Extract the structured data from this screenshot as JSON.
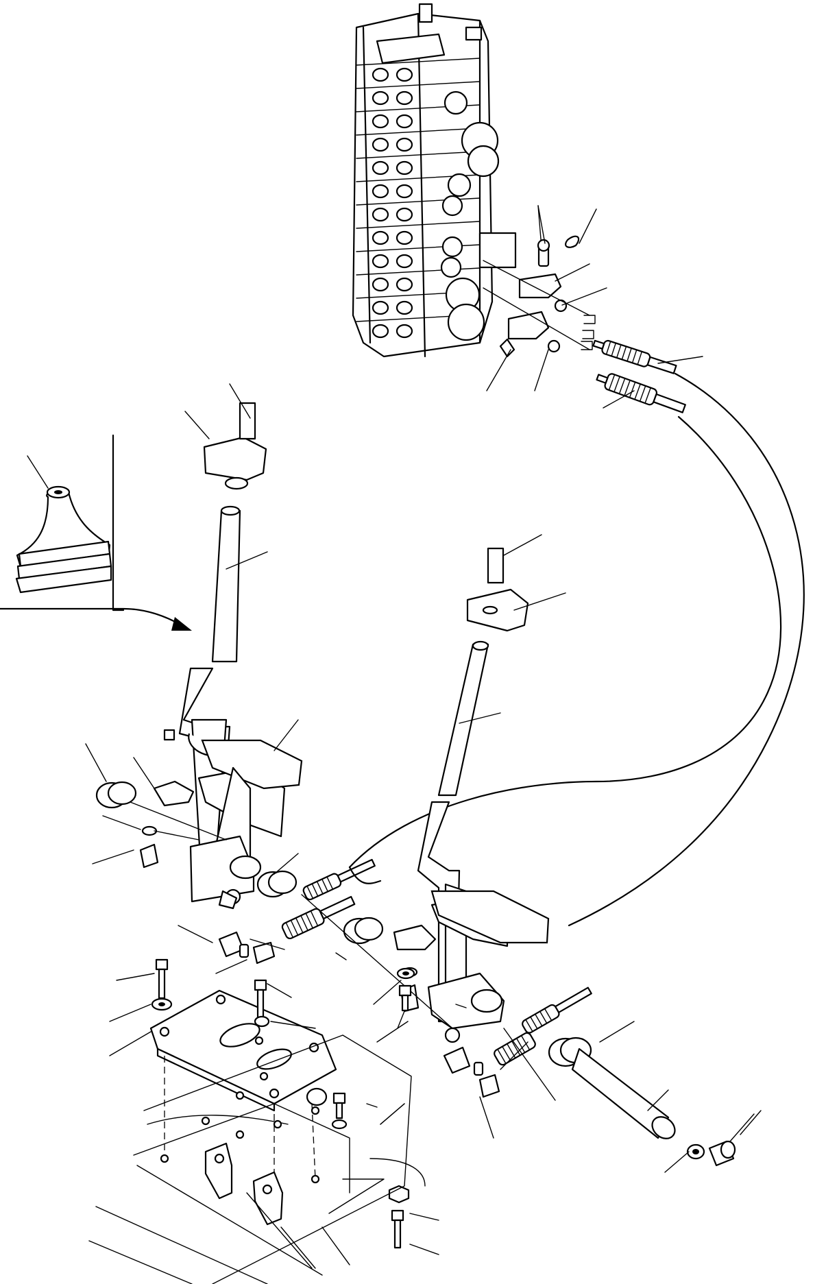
{
  "diagram": {
    "components": [
      {
        "id": "control-valve",
        "icon": "valve-block-icon"
      },
      {
        "id": "left-pedal-lever",
        "icon": "pedal-lever-icon"
      },
      {
        "id": "right-pedal-lever",
        "icon": "pedal-lever-icon"
      },
      {
        "id": "rubber-boot",
        "icon": "boot-icon"
      },
      {
        "id": "control-cables",
        "icon": "cable-icon"
      },
      {
        "id": "mounting-plate",
        "icon": "plate-icon"
      },
      {
        "id": "floor-brackets",
        "icon": "bracket-icon"
      },
      {
        "id": "shaft",
        "icon": "shaft-icon"
      }
    ],
    "colors": {
      "line": "#000000",
      "background": "#ffffff"
    }
  }
}
